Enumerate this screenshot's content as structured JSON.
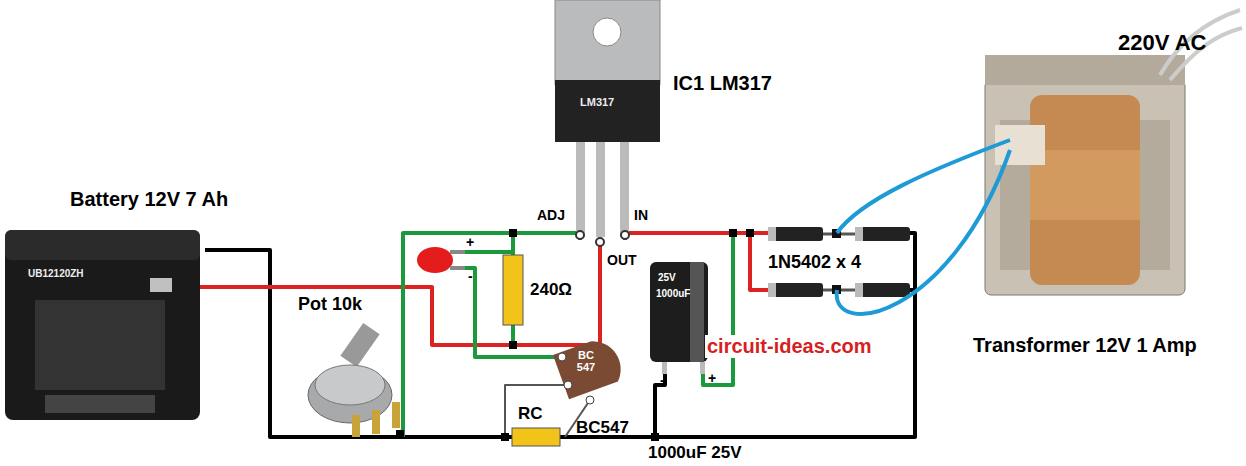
{
  "diagram": {
    "labels": [
      "220V AC",
      "IC1 LM317",
      "LM317",
      "Battery 12V 7 Ah",
      "UB12120ZH",
      "ADJ",
      "IN",
      "OUT",
      "+",
      "-",
      "240Ω",
      "Pot 10k",
      "1N5402 x 4",
      "circuit-ideas.com",
      "Transformer 12V 1 Amp",
      "BC 547",
      "RC",
      "BC547",
      "1000uF 25V",
      "25V",
      "1000uF",
      "-",
      "+"
    ]
  }
}
